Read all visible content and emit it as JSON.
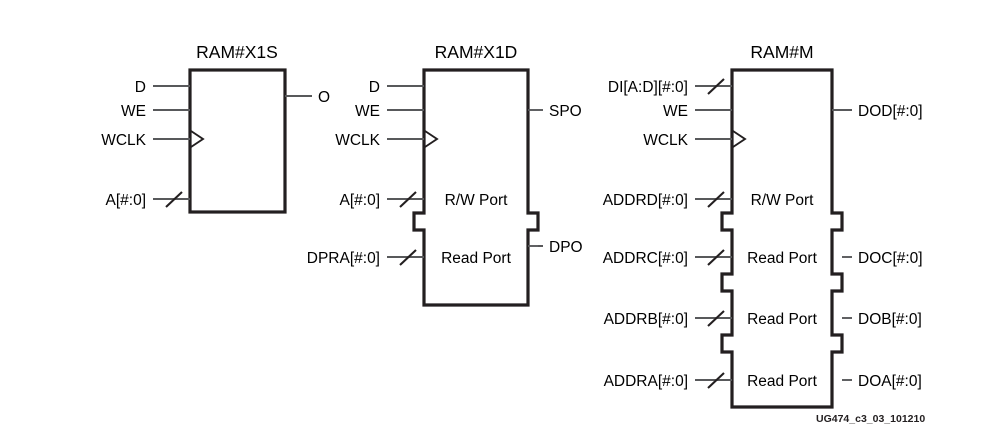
{
  "diagram": {
    "footer": "UG474_c3_03_101210",
    "colors": {
      "outline": "#231f20",
      "wire": "#58595b",
      "text": "#000000",
      "background": "#ffffff"
    },
    "blocks": [
      {
        "id": "ram-x1s",
        "title": "RAM#X1S",
        "sections": [
          {
            "label": ""
          }
        ],
        "inputs": [
          {
            "name": "D",
            "bus": false
          },
          {
            "name": "WE",
            "bus": false
          },
          {
            "name": "WCLK",
            "bus": false,
            "clock": true
          },
          {
            "name": "A[#:0]",
            "bus": true
          }
        ],
        "outputs": [
          {
            "name": "O"
          }
        ]
      },
      {
        "id": "ram-x1d",
        "title": "RAM#X1D",
        "sections": [
          {
            "label": "R/W Port"
          },
          {
            "label": "Read Port"
          }
        ],
        "inputs": [
          {
            "name": "D",
            "bus": false
          },
          {
            "name": "WE",
            "bus": false
          },
          {
            "name": "WCLK",
            "bus": false,
            "clock": true
          },
          {
            "name": "A[#:0]",
            "bus": true
          },
          {
            "name": "DPRA[#:0]",
            "bus": true
          }
        ],
        "outputs": [
          {
            "name": "SPO"
          },
          {
            "name": "DPO"
          }
        ]
      },
      {
        "id": "ram-m",
        "title": "RAM#M",
        "sections": [
          {
            "label": "R/W Port"
          },
          {
            "label": "Read Port"
          },
          {
            "label": "Read Port"
          },
          {
            "label": "Read Port"
          }
        ],
        "inputs": [
          {
            "name": "DI[A:D][#:0]",
            "bus": true
          },
          {
            "name": "WE",
            "bus": false
          },
          {
            "name": "WCLK",
            "bus": false,
            "clock": true
          },
          {
            "name": "ADDRD[#:0]",
            "bus": true
          },
          {
            "name": "ADDRC[#:0]",
            "bus": true
          },
          {
            "name": "ADDRB[#:0]",
            "bus": true
          },
          {
            "name": "ADDRA[#:0]",
            "bus": true
          }
        ],
        "outputs": [
          {
            "name": "DOD[#:0]"
          },
          {
            "name": "DOC[#:0]"
          },
          {
            "name": "DOB[#:0]"
          },
          {
            "name": "DOA[#:0]"
          }
        ]
      }
    ]
  }
}
